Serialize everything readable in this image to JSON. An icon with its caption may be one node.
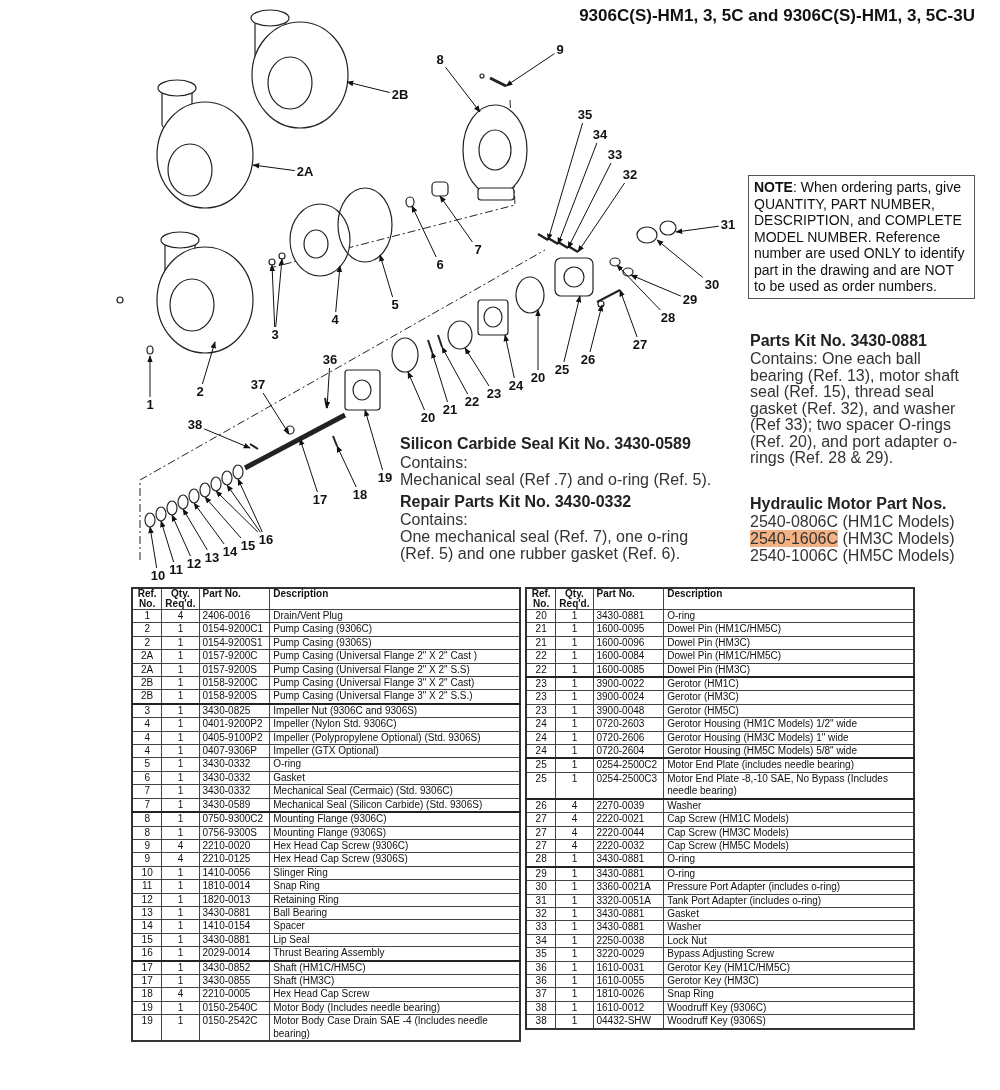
{
  "diagram": {
    "title": "9306C(S)-HM1, 3, 5C and 9306C(S)-HM1, 3, 5C-3U",
    "nodes": [
      {
        "text": [
          "**NOTE**: When ordering parts, give QUANTITY, PART NUMBER, DESCRIPTION, and COMPLETE MODEL NUMBER. Reference number are used ONLY to identify part in the drawing and are NOT to be used as order numbers."
        ]
      },
      {
        "text": [
          "2B"
        ]
      },
      {
        "text": [
          "9"
        ]
      },
      {
        "text": [
          "2A"
        ]
      },
      {
        "text": [
          "8"
        ]
      },
      {
        "text": [
          "7"
        ]
      },
      {
        "text": [
          "6"
        ]
      },
      {
        "text": [
          "5"
        ]
      },
      {
        "text": [
          "35"
        ]
      },
      {
        "text": [
          "34"
        ]
      },
      {
        "text": [
          "4"
        ]
      },
      {
        "text": [
          "33"
        ]
      },
      {
        "text": [
          "32"
        ]
      },
      {
        "text": [
          "31"
        ]
      },
      {
        "text": [
          "30"
        ]
      },
      {
        "text": [
          "29"
        ]
      },
      {
        "text": [
          "3"
        ]
      },
      {
        "text": [
          "28"
        ]
      },
      {
        "text": [
          "27"
        ]
      },
      {
        "text": [
          "26"
        ]
      },
      {
        "text": [
          "2"
        ]
      },
      {
        "text": [
          "25"
        ]
      },
      {
        "text": [
          "1"
        ]
      },
      {
        "text": [
          "20"
        ]
      },
      {
        "text": [
          "36"
        ]
      },
      {
        "text": [
          "24"
        ]
      },
      {
        "text": [
          "37"
        ]
      },
      {
        "text": [
          "23"
        ]
      },
      {
        "text": [
          "22"
        ]
      },
      {
        "text": [
          "38"
        ]
      },
      {
        "text": [
          "21"
        ]
      },
      {
        "text": [
          "20"
        ]
      },
      {
        "text": [
          "19"
        ]
      },
      {
        "text": [
          "18"
        ]
      },
      {
        "text": [
          "17"
        ]
      },
      {
        "text": [
          "16"
        ]
      },
      {
        "text": [
          "15"
        ]
      },
      {
        "text": [
          "14"
        ]
      },
      {
        "text": [
          "13"
        ]
      },
      {
        "text": [
          "12"
        ]
      },
      {
        "text": [
          "11"
        ]
      },
      {
        "text": [
          "10"
        ]
      }
    ],
    "edges": [
      {
        "from": 1,
        "to": null,
        "arrow": "to"
      },
      {
        "from": 2,
        "to": null,
        "arrow": "to"
      },
      {
        "from": 3,
        "to": null,
        "arrow": "to"
      },
      {
        "from": 4,
        "to": null,
        "arrow": "to"
      },
      {
        "from": 5,
        "to": null,
        "arrow": "to"
      },
      {
        "from": 6,
        "to": null,
        "arrow": "to"
      },
      {
        "from": 7,
        "to": null,
        "arrow": "to"
      },
      {
        "from": 8,
        "to": null,
        "arrow": "to"
      },
      {
        "from": 9,
        "to": null,
        "arrow": "to"
      },
      {
        "from": 10,
        "to": null,
        "arrow": "to"
      },
      {
        "from": 11,
        "to": null,
        "arrow": "to"
      },
      {
        "from": 12,
        "to": null,
        "arrow": "to"
      },
      {
        "from": 13,
        "to": null,
        "arrow": "to"
      },
      {
        "from": 14,
        "to": null,
        "arrow": "to"
      },
      {
        "from": 15,
        "to": null,
        "arrow": "to"
      },
      {
        "from": 16,
        "to": null,
        "arrow": "to"
      },
      {
        "from": 16,
        "to": null,
        "arrow": "to"
      },
      {
        "from": 17,
        "to": null,
        "arrow": "to"
      },
      {
        "from": 18,
        "to": null,
        "arrow": "to"
      },
      {
        "from": 19,
        "to": null,
        "arrow": "to"
      },
      {
        "from": 20,
        "to": null,
        "arrow": "to"
      },
      {
        "from": 21,
        "to": null,
        "arrow": "to"
      },
      {
        "from": 22,
        "to": null,
        "arrow": "to"
      },
      {
        "from": 23,
        "to": null,
        "arrow": "to"
      },
      {
        "from": 24,
        "to": null,
        "arrow": "to"
      },
      {
        "from": 25,
        "to": null,
        "arrow": "to"
      },
      {
        "from": 26,
        "to": null,
        "arrow": "to"
      },
      {
        "from": 27,
        "to": null,
        "arrow": "to"
      },
      {
        "from": 28,
        "to": null,
        "arrow": "to"
      },
      {
        "from": 29,
        "to": null,
        "arrow": "to"
      },
      {
        "from": 30,
        "to": null,
        "arrow": "to"
      },
      {
        "from": 31,
        "to": null,
        "arrow": "to"
      },
      {
        "from": 32,
        "to": null,
        "arrow": "to"
      },
      {
        "from": 33,
        "to": null,
        "arrow": "to"
      },
      {
        "from": 34,
        "to": null,
        "arrow": "to"
      },
      {
        "from": 35,
        "to": null,
        "arrow": "to"
      },
      {
        "from": 35,
        "to": null,
        "arrow": "to"
      },
      {
        "from": 35,
        "to": null,
        "arrow": "to"
      },
      {
        "from": 36,
        "to": null,
        "arrow": "to"
      },
      {
        "from": 37,
        "to": null,
        "arrow": "to"
      },
      {
        "from": 38,
        "to": null,
        "arrow": "to"
      },
      {
        "from": 39,
        "to": null,
        "arrow": "to"
      },
      {
        "from": 40,
        "to": null,
        "arrow": "to"
      },
      {
        "from": 41,
        "to": null,
        "arrow": "to"
      }
    ],
    "labels": [
      "Silicon Carbide Seal Kit No. 3430-0589",
      "Contains:",
      "Mechanical seal (Ref .7) and o-ring (Ref. 5).",
      "Repair Parts Kit No. 3430-0332",
      "Contains:",
      "One mechanical seal (Ref. 7), one o-ring (Ref. 5) and one rubber gasket (Ref. 6).",
      "Parts Kit No. 3430-0881",
      "Contains: One each ball bearing (Ref. 13), motor shaft seal (Ref. 15), thread seal gasket (Ref. 32), and washer (Ref 33); two spacer O-rings (Ref. 20), and port adapter o-rings (Ref. 28 & 29).",
      "Hydraulic Motor Part Nos.",
      "2540-0806C (HM1C Models)",
      "2540-1606C",
      "(HM3C Models)",
      "2540-1006C (HM5C Models)",
      "Ref. No.",
      "Qty. Req'd.",
      "Part No.",
      "Description",
      "1",
      "4",
      "2406-0016",
      "Drain/Vent Plug",
      "2",
      "1",
      "0154-9200C1",
      "Pump Casing (9306C)",
      "2",
      "1",
      "0154-9200S1",
      "Pump Casing (9306S)",
      "2A",
      "1",
      "0157-9200C",
      "Pump Casing (Universal Flange 2\" X 2\" Cast )",
      "2A",
      "1",
      "0157-9200S",
      "Pump Casing (Universal Flange 2\" X 2\" S.S)",
      "2B",
      "1",
      "0158-9200C",
      "Pump Casing (Universal Flange 3\" X 2\" Cast)",
      "2B",
      "1",
      "0158-9200S",
      "Pump Casing (Universal Flange 3\" X 2\" S.S.)",
      "3",
      "1",
      "3430-0825",
      "Impeller Nut (9306C and 9306S)",
      "4",
      "1",
      "0401-9200P2",
      "Impeller (Nylon Std. 9306C)",
      "4",
      "1",
      "0405-9100P2",
      "Impeller (Polypropylene Optional) (Std. 9306S)",
      "4",
      "1",
      "0407-9306P",
      "Impeller (GTX Optional)",
      "5",
      "1",
      "3430-0332",
      "O-ring",
      "6",
      "1",
      "3430-0332",
      "Gasket",
      "7",
      "1",
      "3430-0332",
      "Mechanical Seal (Cermaic) (Std. 9306C)",
      "7",
      "1",
      "3430-0589",
      "Mechanical Seal (Silicon Carbide) (Std. 9306S)",
      "8",
      "1",
      "0750-9300C2",
      "Mounting Flange (9306C)",
      "8",
      "1",
      "0756-9300S",
      "Mounting Flange (9306S)",
      "9",
      "4",
      "2210-0020",
      "Hex Head Cap Screw (9306C)",
      "9",
      "4",
      "2210-0125",
      "Hex Head Cap Screw (9306S)",
      "10",
      "1",
      "1410-0056",
      "Slinger Ring",
      "11",
      "1",
      "1810-0014",
      "Snap Ring",
      "12",
      "1",
      "1820-0013",
      "Retaining Ring",
      "13",
      "1",
      "3430-0881",
      "Ball Bearing",
      "14",
      "1",
      "1410-0154",
      "Spacer",
      "15",
      "1",
      "3430-0881",
      "Lip Seal",
      "16",
      "1",
      "2029-0014",
      "Thrust Bearing Assembly",
      "17",
      "1",
      "3430-0852",
      "Shaft (HM1C/HM5C)",
      "17",
      "1",
      "3430-0855",
      "Shaft (HM3C)",
      "18",
      "4",
      "2210-0005",
      "Hex Head Cap Screw",
      "19",
      "1",
      "0150-2540C",
      "Motor Body (Includes needle bearing)",
      "19",
      "1",
      "0150-2542C",
      "Motor Body Case Drain SAE -4 (Includes needle bearing)",
      "Ref. No.",
      "Qty. Req'd.",
      "Part No.",
      "Description",
      "20",
      "1",
      "3430-0881",
      "O-ring",
      "21",
      "1",
      "1600-0095",
      "Dowel Pin (HM1C/HM5C)",
      "21",
      "1",
      "1600-0096",
      "Dowel Pin (HM3C)",
      "22",
      "1",
      "1600-0084",
      "Dowel Pin (HM1C/HM5C)",
      "22",
      "1",
      "1600-0085",
      "Dowel Pin (HM3C)",
      "23",
      "1",
      "3900-0022",
      "Gerotor (HM1C)",
      "23",
      "1",
      "3900-0024",
      "Gerotor (HM3C)",
      "23",
      "1",
      "3900-0048",
      "Gerotor (HM5C)",
      "24",
      "1",
      "0720-2603",
      "Gerotor Housing (HM1C Models) 1/2\" wide",
      "24",
      "1",
      "0720-2606",
      "Gerotor Housing (HM3C Models) 1\" wide",
      "24",
      "1",
      "0720-2604",
      "Gerotor Housing (HM5C Models) 5/8\" wide",
      "25",
      "1",
      "0254-2500C2",
      "Motor End Plate (includes needle bearing)",
      "25",
      "1",
      "0254-2500C3",
      "Motor End Plate -8,-10 SAE, No Bypass (Includes needle bearing)",
      "26",
      "4",
      "2270-0039",
      "Washer",
      "27",
      "4",
      "2220-0021",
      "Cap Screw (HM1C Models)",
      "27",
      "4",
      "2220-0044",
      "Cap Screw (HM3C Models)",
      "27",
      "4",
      "2220-0032",
      "Cap Screw (HM5C Models)",
      "28",
      "1",
      "3430-0881",
      "O-ring",
      "29",
      "1",
      "3430-0881",
      "O-ring",
      "30",
      "1",
      "3360-0021A",
      "Pressure Port Adapter (includes o-ring)",
      "31",
      "1",
      "3320-0051A",
      "Tank Port Adapter (includes o-ring)",
      "32",
      "1",
      "3430-0881",
      "Gasket",
      "33",
      "1",
      "3430-0881",
      "Washer",
      "34",
      "1",
      "2250-0038",
      "Lock Nut",
      "35",
      "1",
      "3220-0029",
      "Bypass Adjusting Screw",
      "36",
      "1",
      "1610-0031",
      "Gerotor Key (HM1C/HM5C)",
      "36",
      "1",
      "1610-0055",
      "Gerotor Key (HM3C)",
      "37",
      "1",
      "1810-0026",
      "Snap Ring",
      "38",
      "1",
      "1610-0012",
      "Woodruff Key (9306C)",
      "38",
      "1",
      "04432-SHW",
      "Woodruff Key (9306S)"
    ]
  }
}
